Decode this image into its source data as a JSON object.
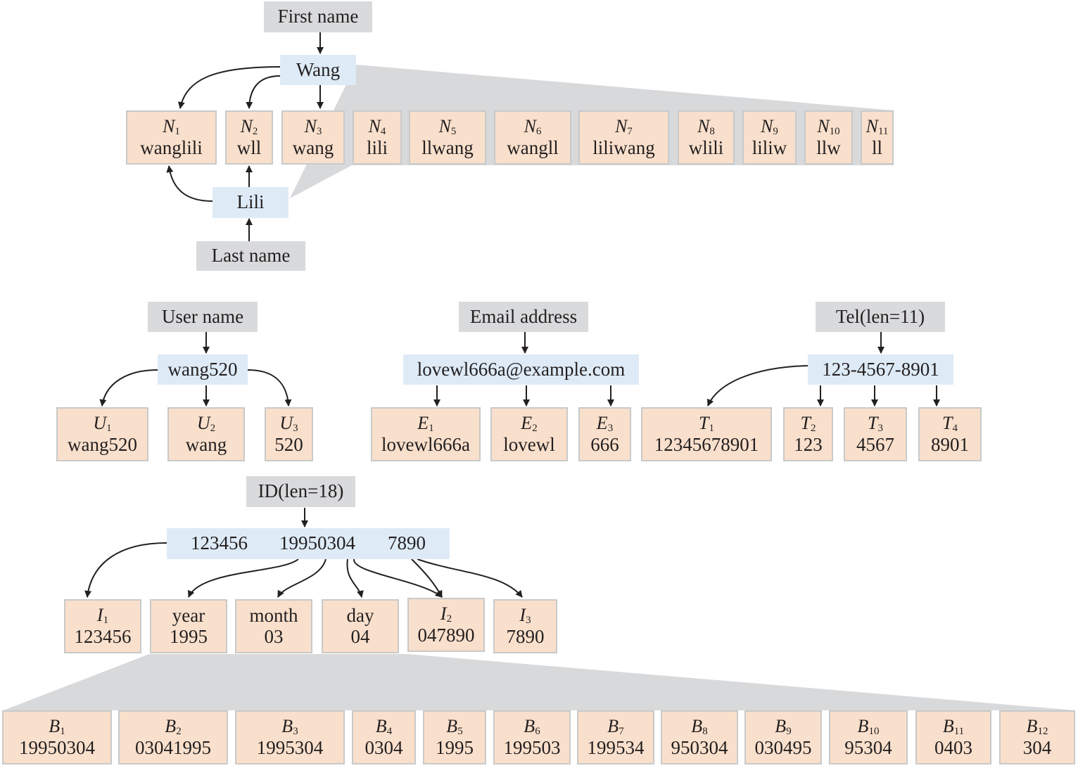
{
  "name_section": {
    "first_name_label": "First name",
    "last_name_label": "Last name",
    "first_value": "Wang",
    "last_value": "Lili",
    "nodes": [
      {
        "sym": "N",
        "sub": "1",
        "val": "wanglili"
      },
      {
        "sym": "N",
        "sub": "2",
        "val": "wll"
      },
      {
        "sym": "N",
        "sub": "3",
        "val": "wang"
      },
      {
        "sym": "N",
        "sub": "4",
        "val": "lili"
      },
      {
        "sym": "N",
        "sub": "5",
        "val": "llwang"
      },
      {
        "sym": "N",
        "sub": "6",
        "val": "wangll"
      },
      {
        "sym": "N",
        "sub": "7",
        "val": "liliwang"
      },
      {
        "sym": "N",
        "sub": "8",
        "val": "wlili"
      },
      {
        "sym": "N",
        "sub": "9",
        "val": "liliw"
      },
      {
        "sym": "N",
        "sub": "10",
        "val": "llw"
      },
      {
        "sym": "N",
        "sub": "11",
        "val": "ll"
      }
    ]
  },
  "user_section": {
    "label": "User name",
    "value": "wang520",
    "nodes": [
      {
        "sym": "U",
        "sub": "1",
        "val": "wang520"
      },
      {
        "sym": "U",
        "sub": "2",
        "val": "wang"
      },
      {
        "sym": "U",
        "sub": "3",
        "val": "520"
      }
    ]
  },
  "email_section": {
    "label": "Email address",
    "value": "lovewl666a@example.com",
    "nodes": [
      {
        "sym": "E",
        "sub": "1",
        "val": "lovewl666a"
      },
      {
        "sym": "E",
        "sub": "2",
        "val": "lovewl"
      },
      {
        "sym": "E",
        "sub": "3",
        "val": "666"
      }
    ]
  },
  "tel_section": {
    "label": "Tel(len=11)",
    "value": "123-4567-8901",
    "nodes": [
      {
        "sym": "T",
        "sub": "1",
        "val": "12345678901"
      },
      {
        "sym": "T",
        "sub": "2",
        "val": "123"
      },
      {
        "sym": "T",
        "sub": "3",
        "val": "4567"
      },
      {
        "sym": "T",
        "sub": "4",
        "val": "8901"
      }
    ]
  },
  "id_section": {
    "label": "ID(len=18)",
    "value_parts": [
      "123456",
      "19950304",
      "7890"
    ],
    "nodes": [
      {
        "sym": "I",
        "sub": "1",
        "val": "123456"
      },
      {
        "text": "year",
        "val": "1995"
      },
      {
        "text": "month",
        "val": "03"
      },
      {
        "text": "day",
        "val": "04"
      },
      {
        "sym": "I",
        "sub": "2",
        "val": "047890"
      },
      {
        "sym": "I",
        "sub": "3",
        "val": "7890"
      }
    ]
  },
  "birthday_section": {
    "nodes": [
      {
        "sym": "B",
        "sub": "1",
        "val": "19950304"
      },
      {
        "sym": "B",
        "sub": "2",
        "val": "03041995"
      },
      {
        "sym": "B",
        "sub": "3",
        "val": "1995304"
      },
      {
        "sym": "B",
        "sub": "4",
        "val": "0304"
      },
      {
        "sym": "B",
        "sub": "5",
        "val": "1995"
      },
      {
        "sym": "B",
        "sub": "6",
        "val": "199503"
      },
      {
        "sym": "B",
        "sub": "7",
        "val": "199534"
      },
      {
        "sym": "B",
        "sub": "8",
        "val": "950304"
      },
      {
        "sym": "B",
        "sub": "9",
        "val": "030495"
      },
      {
        "sym": "B",
        "sub": "10",
        "val": "95304"
      },
      {
        "sym": "B",
        "sub": "11",
        "val": "0403"
      },
      {
        "sym": "B",
        "sub": "12",
        "val": "304"
      }
    ]
  },
  "colors": {
    "header_fill": "#d9dadc",
    "source_fill": "#deebf7",
    "leaf_fill": "#f9e0cc",
    "leaf_border": "#c9c9c9",
    "fan_fill": "#d8d9db",
    "arrow": "#231f20"
  }
}
